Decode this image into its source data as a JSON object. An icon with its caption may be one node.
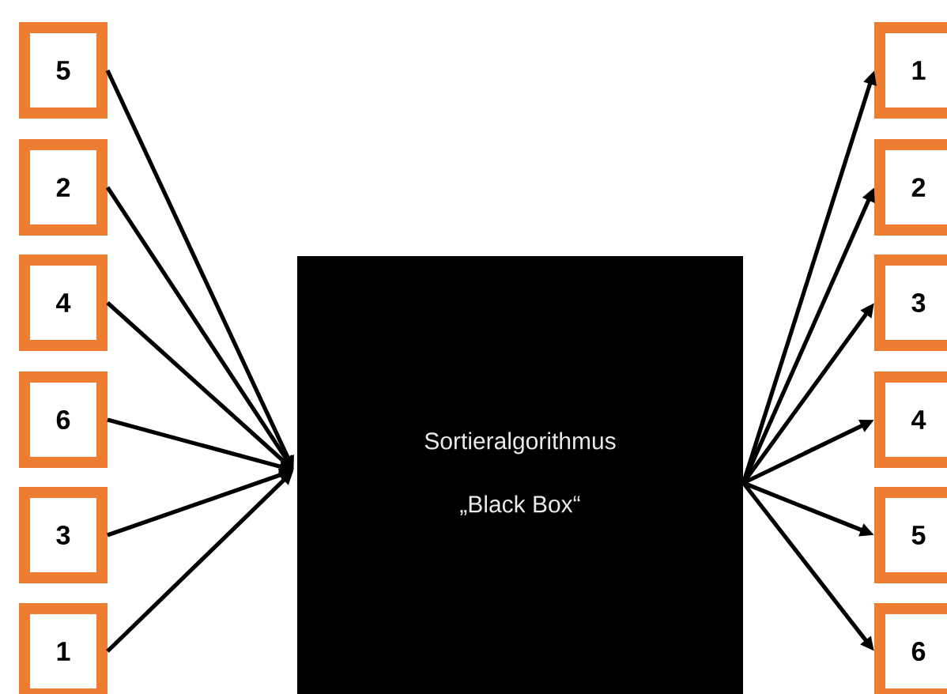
{
  "diagram": {
    "nodes": [
      {
        "text": [
          "5"
        ]
      },
      {
        "text": [
          "2"
        ]
      },
      {
        "text": [
          "4"
        ]
      },
      {
        "text": [
          "6"
        ]
      },
      {
        "text": [
          "3"
        ]
      },
      {
        "text": [
          "1"
        ]
      },
      {
        "text": [
          "Sortieralgorithmus",
          "„Black Box“"
        ]
      },
      {
        "text": [
          "1"
        ]
      },
      {
        "text": [
          "2"
        ]
      },
      {
        "text": [
          "3"
        ]
      },
      {
        "text": [
          "4"
        ]
      },
      {
        "text": [
          "5"
        ]
      },
      {
        "text": [
          "6"
        ]
      }
    ],
    "edges": [
      {
        "from": 0,
        "to": 6,
        "arrow": "to"
      },
      {
        "from": 1,
        "to": 6,
        "arrow": "to"
      },
      {
        "from": 2,
        "to": 6,
        "arrow": "to"
      },
      {
        "from": 3,
        "to": 6,
        "arrow": "to"
      },
      {
        "from": 4,
        "to": 6,
        "arrow": "to"
      },
      {
        "from": 5,
        "to": 6,
        "arrow": "to"
      },
      {
        "from": 6,
        "to": 7,
        "arrow": "to"
      },
      {
        "from": 6,
        "to": 8,
        "arrow": "to"
      },
      {
        "from": 6,
        "to": 9,
        "arrow": "to"
      },
      {
        "from": 6,
        "to": 10,
        "arrow": "to"
      },
      {
        "from": 6,
        "to": 11,
        "arrow": "to"
      },
      {
        "from": 6,
        "to": 12,
        "arrow": "to"
      }
    ]
  }
}
